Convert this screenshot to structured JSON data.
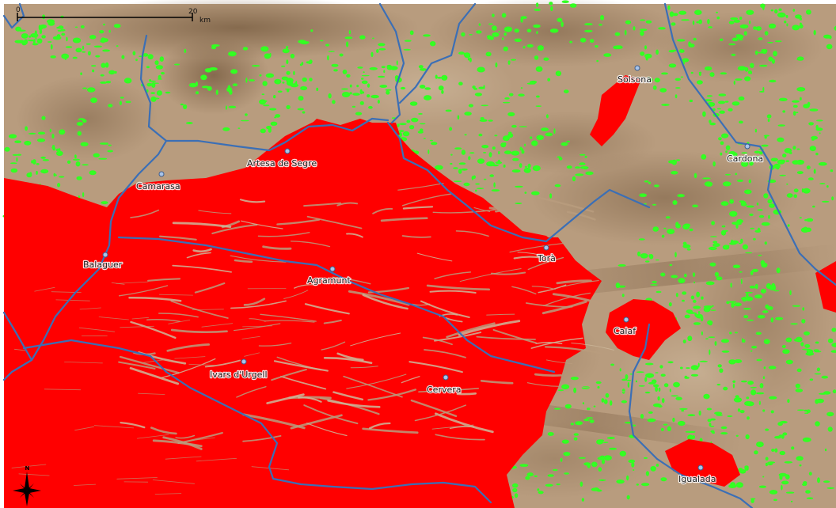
{
  "map": {
    "colors": {
      "terrain": "#b89c7e",
      "terrain_high": "#8e7256",
      "terrain_low": "#cdb79a",
      "irrigated": "#ff0000",
      "vegetation": "#33ff22",
      "river": "#3b6fb6",
      "town_marker": "#a9c4e8"
    },
    "scale_bar": {
      "start_label": "0",
      "end_label": "20",
      "unit": "km"
    },
    "north_arrow": {
      "label": "N",
      "icon": "compass-rose-icon"
    },
    "towns": [
      {
        "name": "Solsona"
      },
      {
        "name": "Artesa de Segre"
      },
      {
        "name": "Cardona"
      },
      {
        "name": "Camarasa"
      },
      {
        "name": "Balaguer"
      },
      {
        "name": "Torà"
      },
      {
        "name": "Agramunt"
      },
      {
        "name": "Calaf"
      },
      {
        "name": "Ivars d'Urgell"
      },
      {
        "name": "Cervera"
      },
      {
        "name": "Igualada"
      }
    ]
  }
}
